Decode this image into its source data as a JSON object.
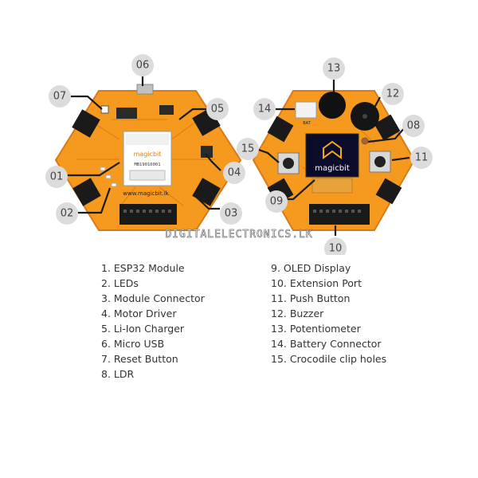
{
  "callouts": [
    {
      "number": "01",
      "label": "ESP32 Module"
    },
    {
      "number": "02",
      "label": "LEDs"
    },
    {
      "number": "03",
      "label": "Module Connector"
    },
    {
      "number": "04",
      "label": "Motor Driver"
    },
    {
      "number": "05",
      "label": "Li-Ion Charger"
    },
    {
      "number": "06",
      "label": "Micro USB"
    },
    {
      "number": "07",
      "label": "Reset Button"
    },
    {
      "number": "08",
      "label": "LDR"
    },
    {
      "number": "09",
      "label": "OLED Display"
    },
    {
      "number": "10",
      "label": "Extension Port"
    },
    {
      "number": "11",
      "label": "Push Button"
    },
    {
      "number": "12",
      "label": "Buzzer"
    },
    {
      "number": "13",
      "label": "Potentiometer"
    },
    {
      "number": "14",
      "label": "Battery Connector"
    },
    {
      "number": "15",
      "label": "Crocodile clip holes"
    }
  ],
  "legend_left": [
    "1. ESP32 Module",
    "2. LEDs",
    "3. Module Connector",
    "4. Motor Driver",
    "5. Li-Ion Charger",
    "6. Micro USB",
    "7. Reset Button",
    "8. LDR"
  ],
  "legend_right": [
    "9. OLED Display",
    "10. Extension Port",
    "11. Push Button",
    "12. Buzzer",
    "13. Potentiometer",
    "14. Battery Connector",
    "15. Crocodile clip holes"
  ],
  "board_text": {
    "brand": "magicbit",
    "module_code": "MB19010001",
    "url": "www.magicbit.lk",
    "bat": "BAT"
  },
  "watermark": "DIGITALELECTRONICS.LK",
  "colors": {
    "board": "#f59a1e",
    "board_edge": "#d9791a",
    "callout_bg": "#dcdcdc",
    "black": "#1a1a1a",
    "oled_text": "#f5a623"
  }
}
